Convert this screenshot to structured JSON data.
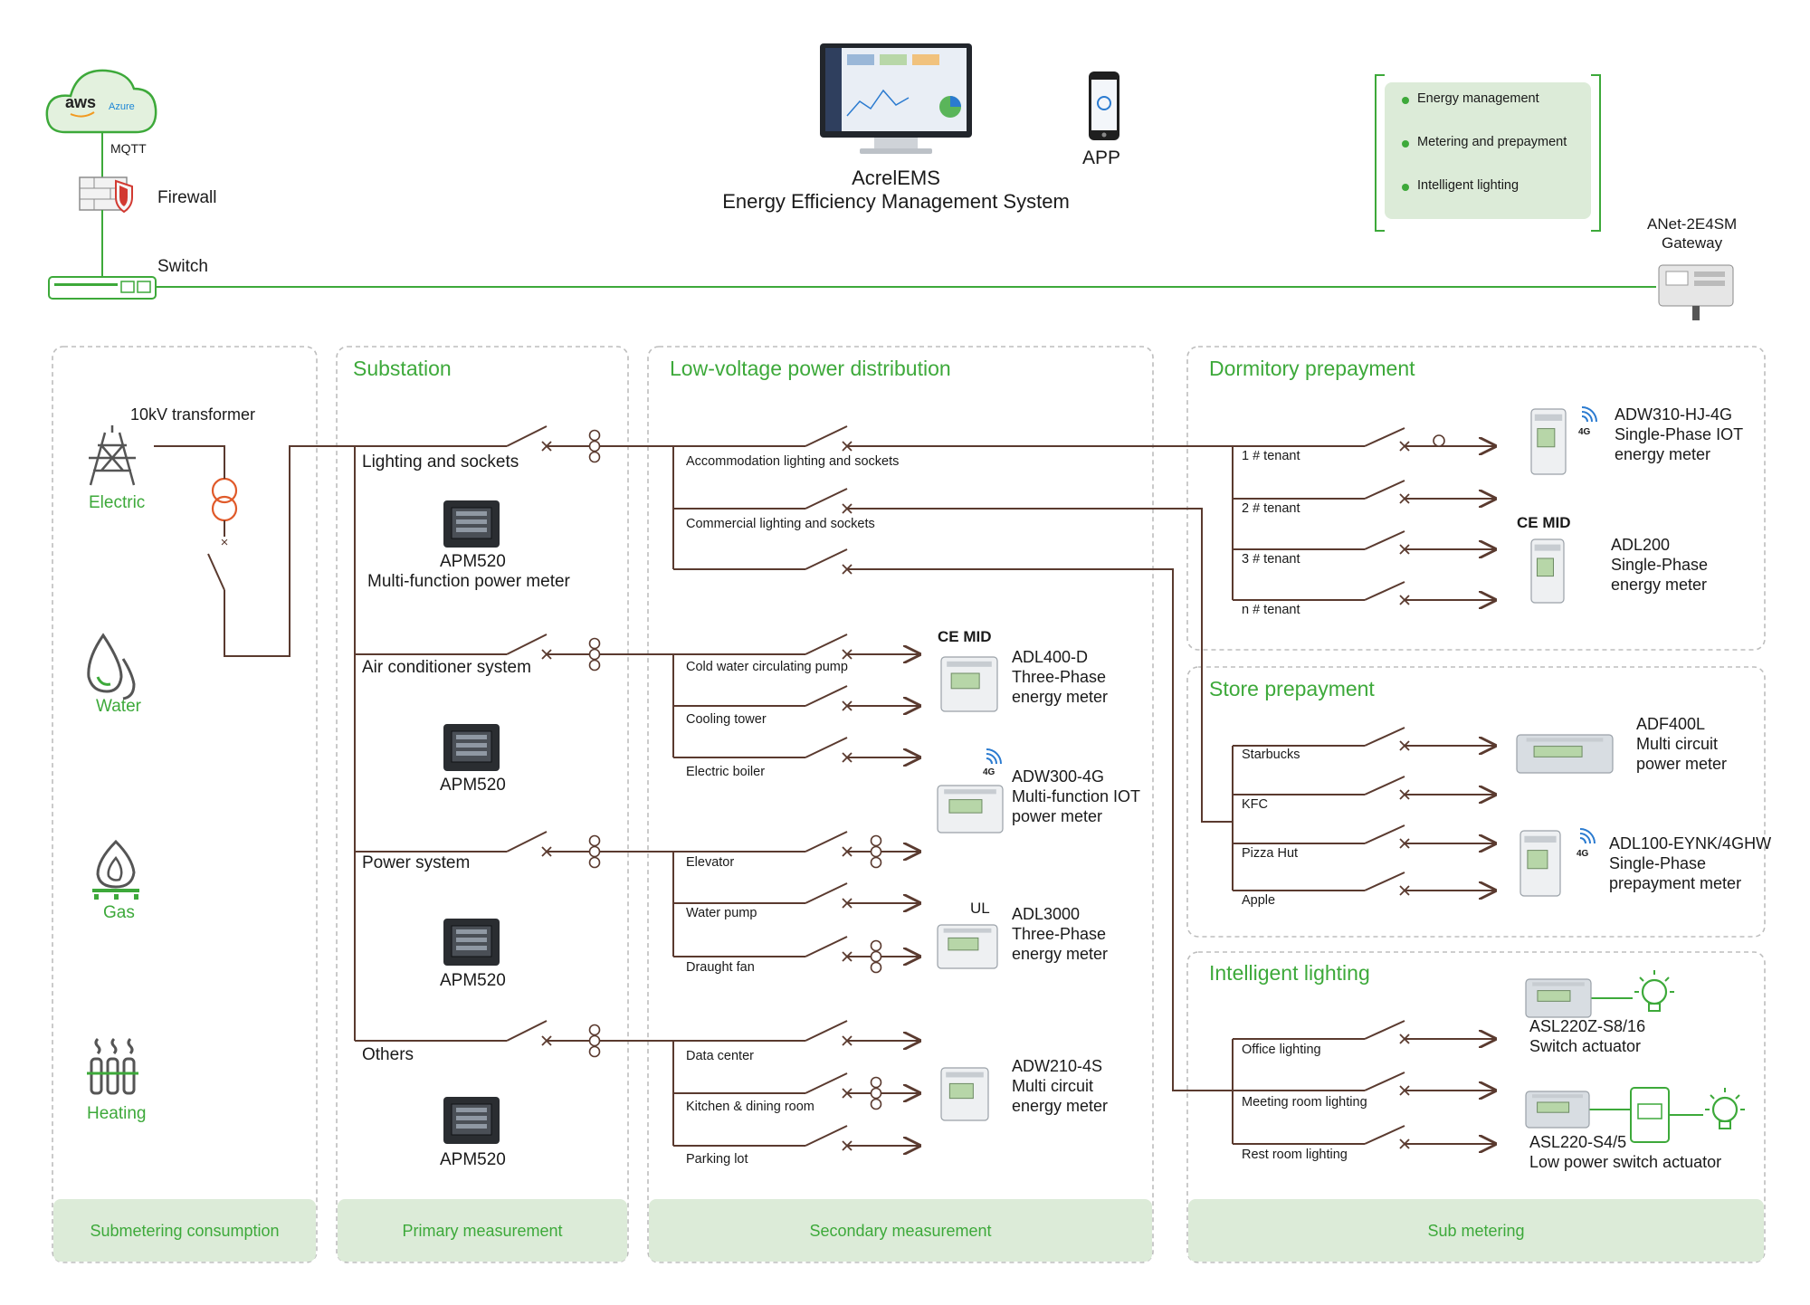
{
  "header": {
    "cloud": {
      "aws": "aws",
      "azure": "Azure"
    },
    "mqtt": "MQTT",
    "firewall": "Firewall",
    "switch": "Switch",
    "system_name": "AcrelEMS",
    "system_subtitle": "Energy Efficiency Management System",
    "app": "APP",
    "features": [
      "Energy management",
      "Metering and prepayment",
      "Intelligent lighting"
    ],
    "gateway_model": "ANet-2E4SM",
    "gateway_label": "Gateway"
  },
  "columns": {
    "submetering": {
      "transformer": "10kV transformer",
      "utilities": [
        "Electric",
        "Water",
        "Gas",
        "Heating"
      ],
      "footer": "Submetering consumption"
    },
    "substation": {
      "title": "Substation",
      "groups": [
        "Lighting and sockets",
        "Air conditioner system",
        "Power system",
        "Others"
      ],
      "meter_model": "APM520",
      "meter_desc": "Multi-function power meter",
      "footer": "Primary measurement"
    },
    "lowvoltage": {
      "title": "Low-voltage power distribution",
      "branches": [
        "Accommodation lighting and sockets",
        "Commercial lighting and sockets",
        "Cold water circulating pump",
        "Cooling tower",
        "Electric boiler",
        "Elevator",
        "Water pump",
        "Draught fan",
        "Data center",
        "Kitchen & dining room",
        "Parking lot"
      ],
      "footer": "Secondary measurement"
    },
    "submeter": {
      "dormitory_title": "Dormitory prepayment",
      "tenants": [
        "1 # tenant",
        "2 # tenant",
        "3 # tenant",
        "n # tenant"
      ],
      "store_title": "Store prepayment",
      "stores": [
        "Starbucks",
        "KFC",
        "Pizza Hut",
        "Apple"
      ],
      "lighting_title": "Intelligent lighting",
      "lighting": [
        "Office lighting",
        "Meeting room lighting",
        "Rest room lighting"
      ],
      "footer": "Sub metering"
    }
  },
  "devices": {
    "adl400": {
      "cert": "CE MID",
      "lines": [
        "ADL400-D",
        "Three-Phase",
        "energy meter"
      ]
    },
    "adw300": {
      "badge": "4G",
      "lines": [
        "ADW300-4G",
        "Multi-function IOT",
        "power meter"
      ]
    },
    "adl3000": {
      "cert": "UL",
      "lines": [
        "ADL3000",
        "Three-Phase",
        "energy meter"
      ]
    },
    "adw210": {
      "lines": [
        "ADW210-4S",
        "Multi circuit",
        "energy meter"
      ]
    },
    "adw310": {
      "badge": "4G",
      "lines": [
        "ADW310-HJ-4G",
        "Single-Phase IOT",
        "energy meter"
      ]
    },
    "adl200": {
      "cert": "CE MID",
      "lines": [
        "ADL200",
        "Single-Phase",
        "energy meter"
      ]
    },
    "adf400l": {
      "lines": [
        "ADF400L",
        "Multi circuit",
        "power meter"
      ]
    },
    "adl100": {
      "badge": "4G",
      "lines": [
        "ADL100-EYNK/4GHW",
        "Single-Phase",
        "prepayment meter"
      ]
    },
    "asl220z": {
      "lines": [
        "ASL220Z-S8/16",
        "Switch actuator"
      ]
    },
    "asl220": {
      "lines": [
        "ASL220-S4/5",
        "Low power switch actuator"
      ]
    }
  },
  "colors": {
    "accent": "#3da93a",
    "panel_border": "#bdbdbd",
    "footer_bg": "#dcebd8",
    "line": "#5a3a2f",
    "bus": "#3da93a"
  }
}
